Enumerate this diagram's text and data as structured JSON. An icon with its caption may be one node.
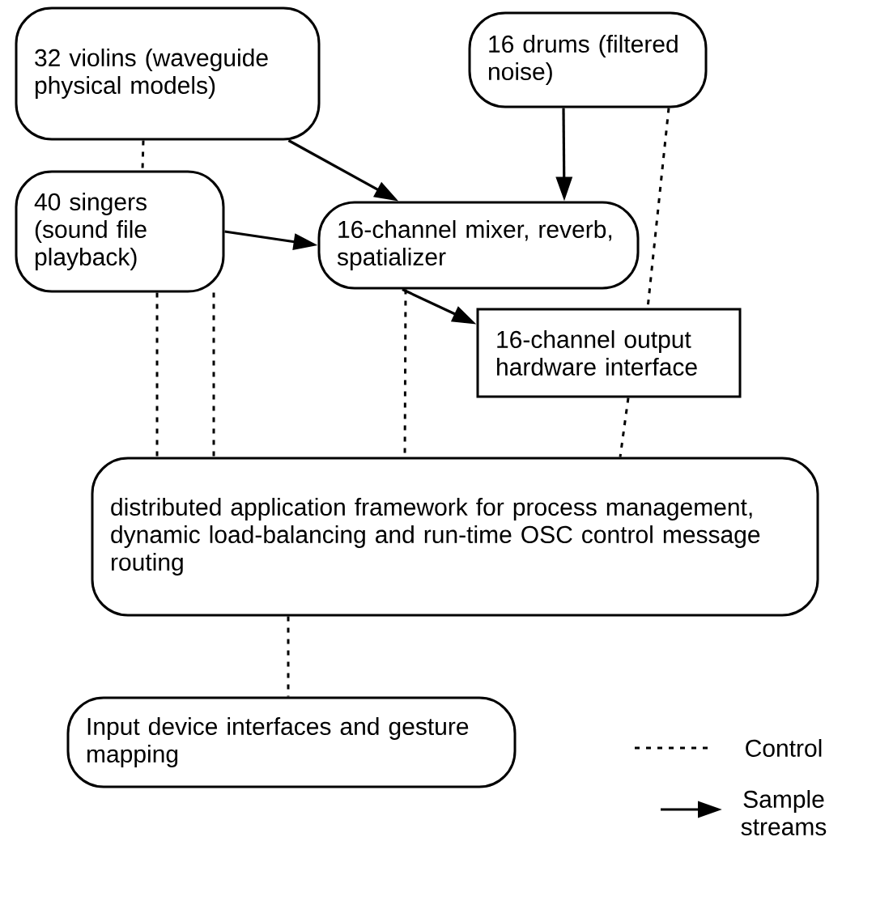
{
  "diagram": {
    "nodes": [
      {
        "text": [
          "32 violins (waveguide physical models)"
        ]
      },
      {
        "text": [
          "16 drums (filtered noise)"
        ]
      },
      {
        "text": [
          "40 singers (sound file playback)"
        ]
      },
      {
        "text": [
          "16-channel mixer, reverb, spatializer"
        ]
      },
      {
        "text": [
          "16-channel output hardware interface"
        ]
      },
      {
        "text": [
          "distributed application framework for process management, dynamic load-balancing and run-time OSC control message routing"
        ]
      },
      {
        "text": [
          "Input device interfaces and gesture mapping"
        ]
      }
    ],
    "edges": [
      {
        "from": 0,
        "to": 3,
        "arrow": "to"
      },
      {
        "from": 1,
        "to": 3,
        "arrow": "to"
      },
      {
        "from": 2,
        "to": 3,
        "arrow": "to"
      },
      {
        "from": 3,
        "to": 4,
        "arrow": "to"
      },
      {
        "from": 0,
        "to": 2,
        "arrow": "none",
        "style": "dashed"
      },
      {
        "from": 2,
        "to": 5,
        "arrow": "none",
        "style": "dashed"
      },
      {
        "from": 2,
        "to": 5,
        "arrow": "none",
        "style": "dashed"
      },
      {
        "from": 3,
        "to": 5,
        "arrow": "none",
        "style": "dashed"
      },
      {
        "from": 1,
        "to": 4,
        "arrow": "none",
        "style": "dashed"
      },
      {
        "from": 4,
        "to": 5,
        "arrow": "none",
        "style": "dashed"
      },
      {
        "from": 5,
        "to": 6,
        "arrow": "none",
        "style": "dashed"
      }
    ],
    "legend": [
      {
        "text": "Control"
      },
      {
        "text": "Sample streams"
      }
    ]
  }
}
